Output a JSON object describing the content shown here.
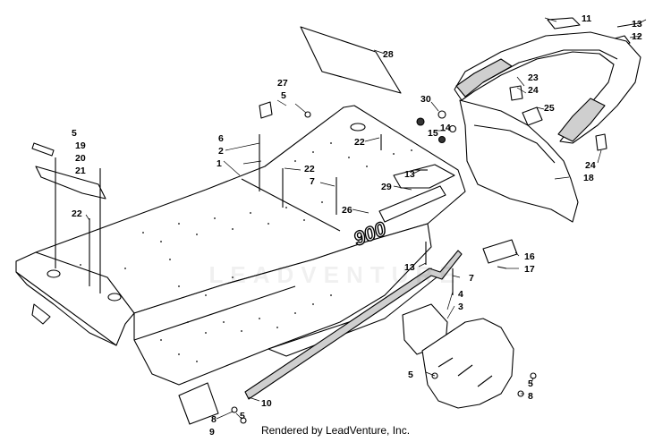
{
  "watermark": "LEADVENTURE",
  "footer": "Rendered by LeadVenture, Inc.",
  "callouts": {
    "c1": "1",
    "c2": "2",
    "c3": "3",
    "c4": "4",
    "c5a": "5",
    "c5b": "5",
    "c5c": "5",
    "c5d": "5",
    "c5e": "5",
    "c6": "6",
    "c7a": "7",
    "c7b": "7",
    "c8a": "8",
    "c8b": "8",
    "c9": "9",
    "c10": "10",
    "c11": "11",
    "c12": "12",
    "c13a": "13",
    "c13b": "13",
    "c13c": "13",
    "c14": "14",
    "c15": "15",
    "c16": "16",
    "c17": "17",
    "c18": "18",
    "c19": "19",
    "c20": "20",
    "c21": "21",
    "c22a": "22",
    "c22b": "22",
    "c22c": "22",
    "c23": "23",
    "c24a": "24",
    "c24b": "24",
    "c25": "25",
    "c26": "26",
    "c27": "27",
    "c28": "28",
    "c29": "29",
    "c30": "30"
  },
  "decal_text": "900",
  "colors": {
    "line": "#000000",
    "fill": "#ffffff",
    "shade": "#d8d8d8"
  }
}
